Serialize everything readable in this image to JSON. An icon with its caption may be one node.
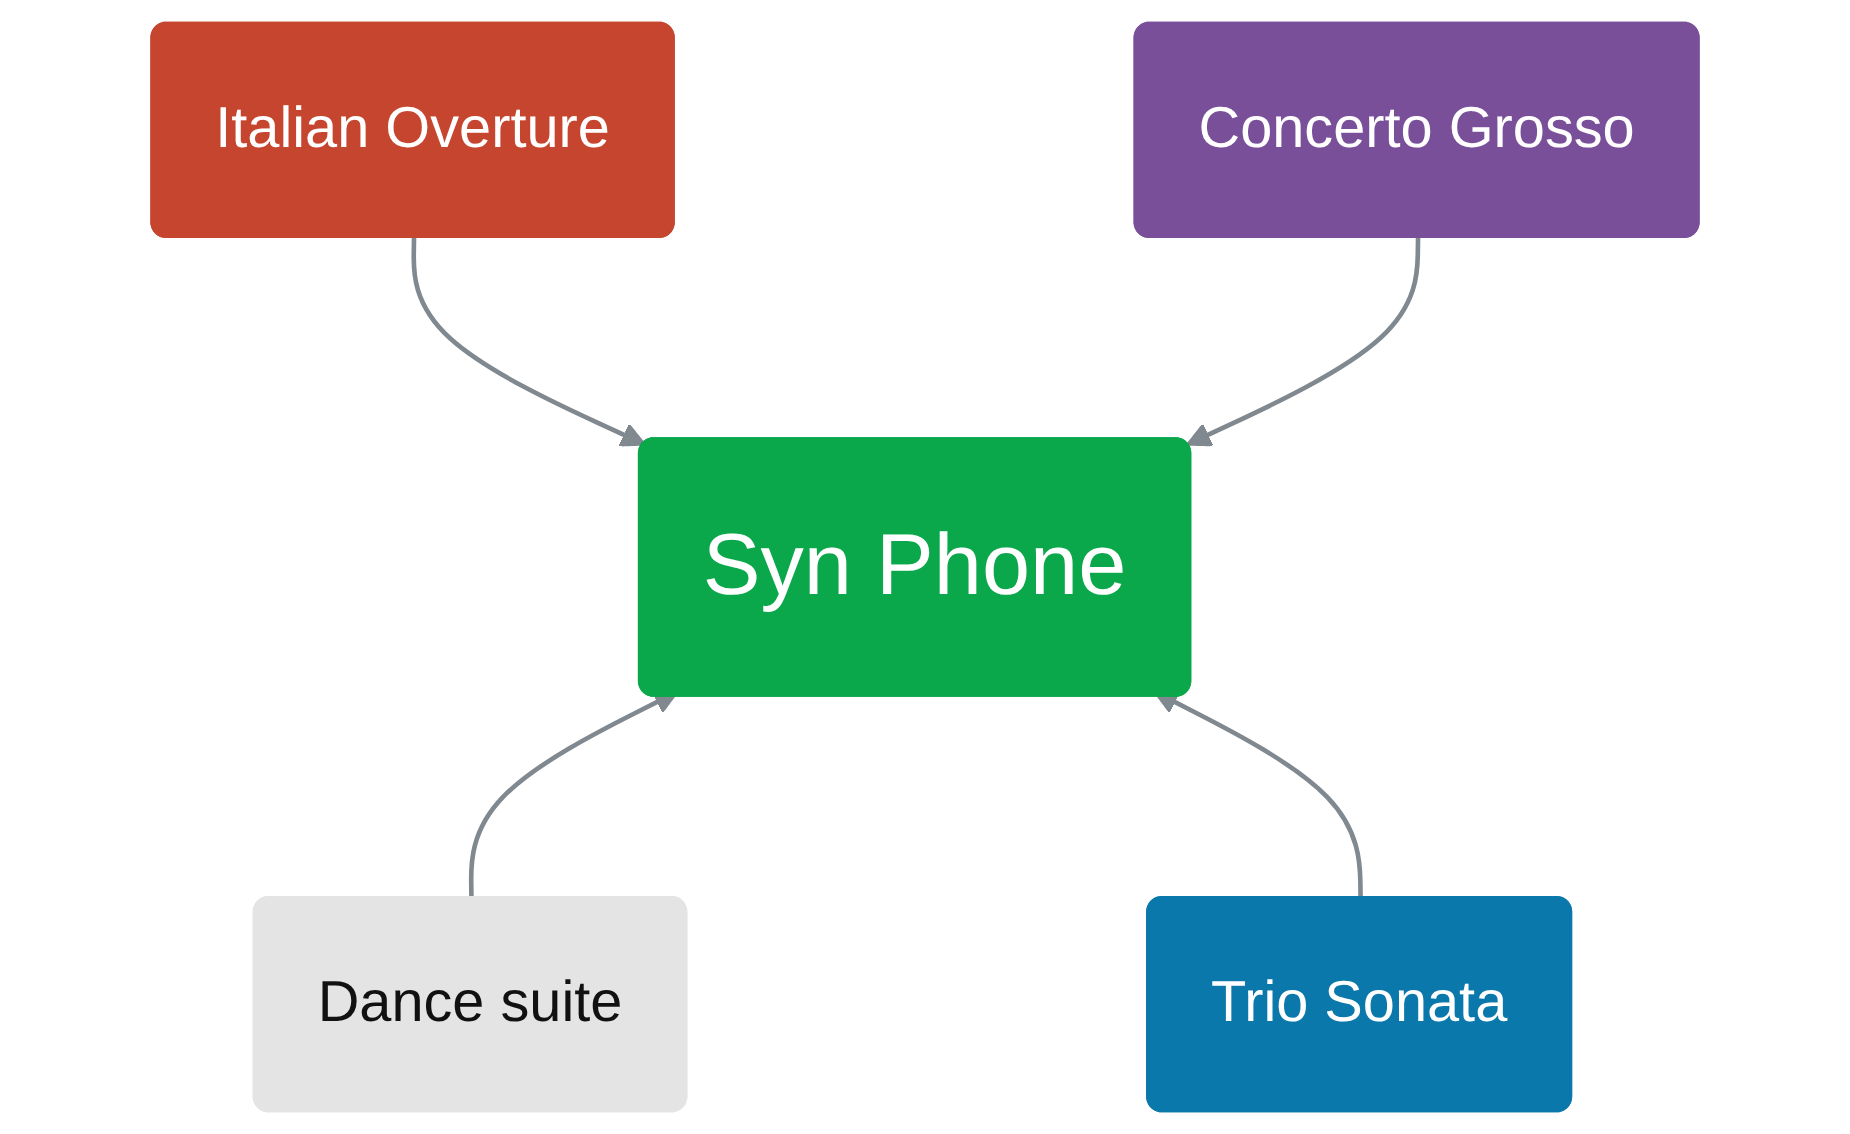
{
  "diagram": {
    "nodes": [
      {
        "text": [
          "Italian Overture"
        ]
      },
      {
        "text": [
          "Concerto Grosso"
        ]
      },
      {
        "text": [
          "Syn Phone"
        ]
      },
      {
        "text": [
          "Dance suite"
        ]
      },
      {
        "text": [
          "Trio Sonata"
        ]
      }
    ],
    "edges": [
      {
        "from": 0,
        "to": 2,
        "arrow": "to"
      },
      {
        "from": 1,
        "to": 2,
        "arrow": "to"
      },
      {
        "from": 3,
        "to": 2,
        "arrow": "to"
      },
      {
        "from": 4,
        "to": 2,
        "arrow": "to"
      }
    ]
  }
}
